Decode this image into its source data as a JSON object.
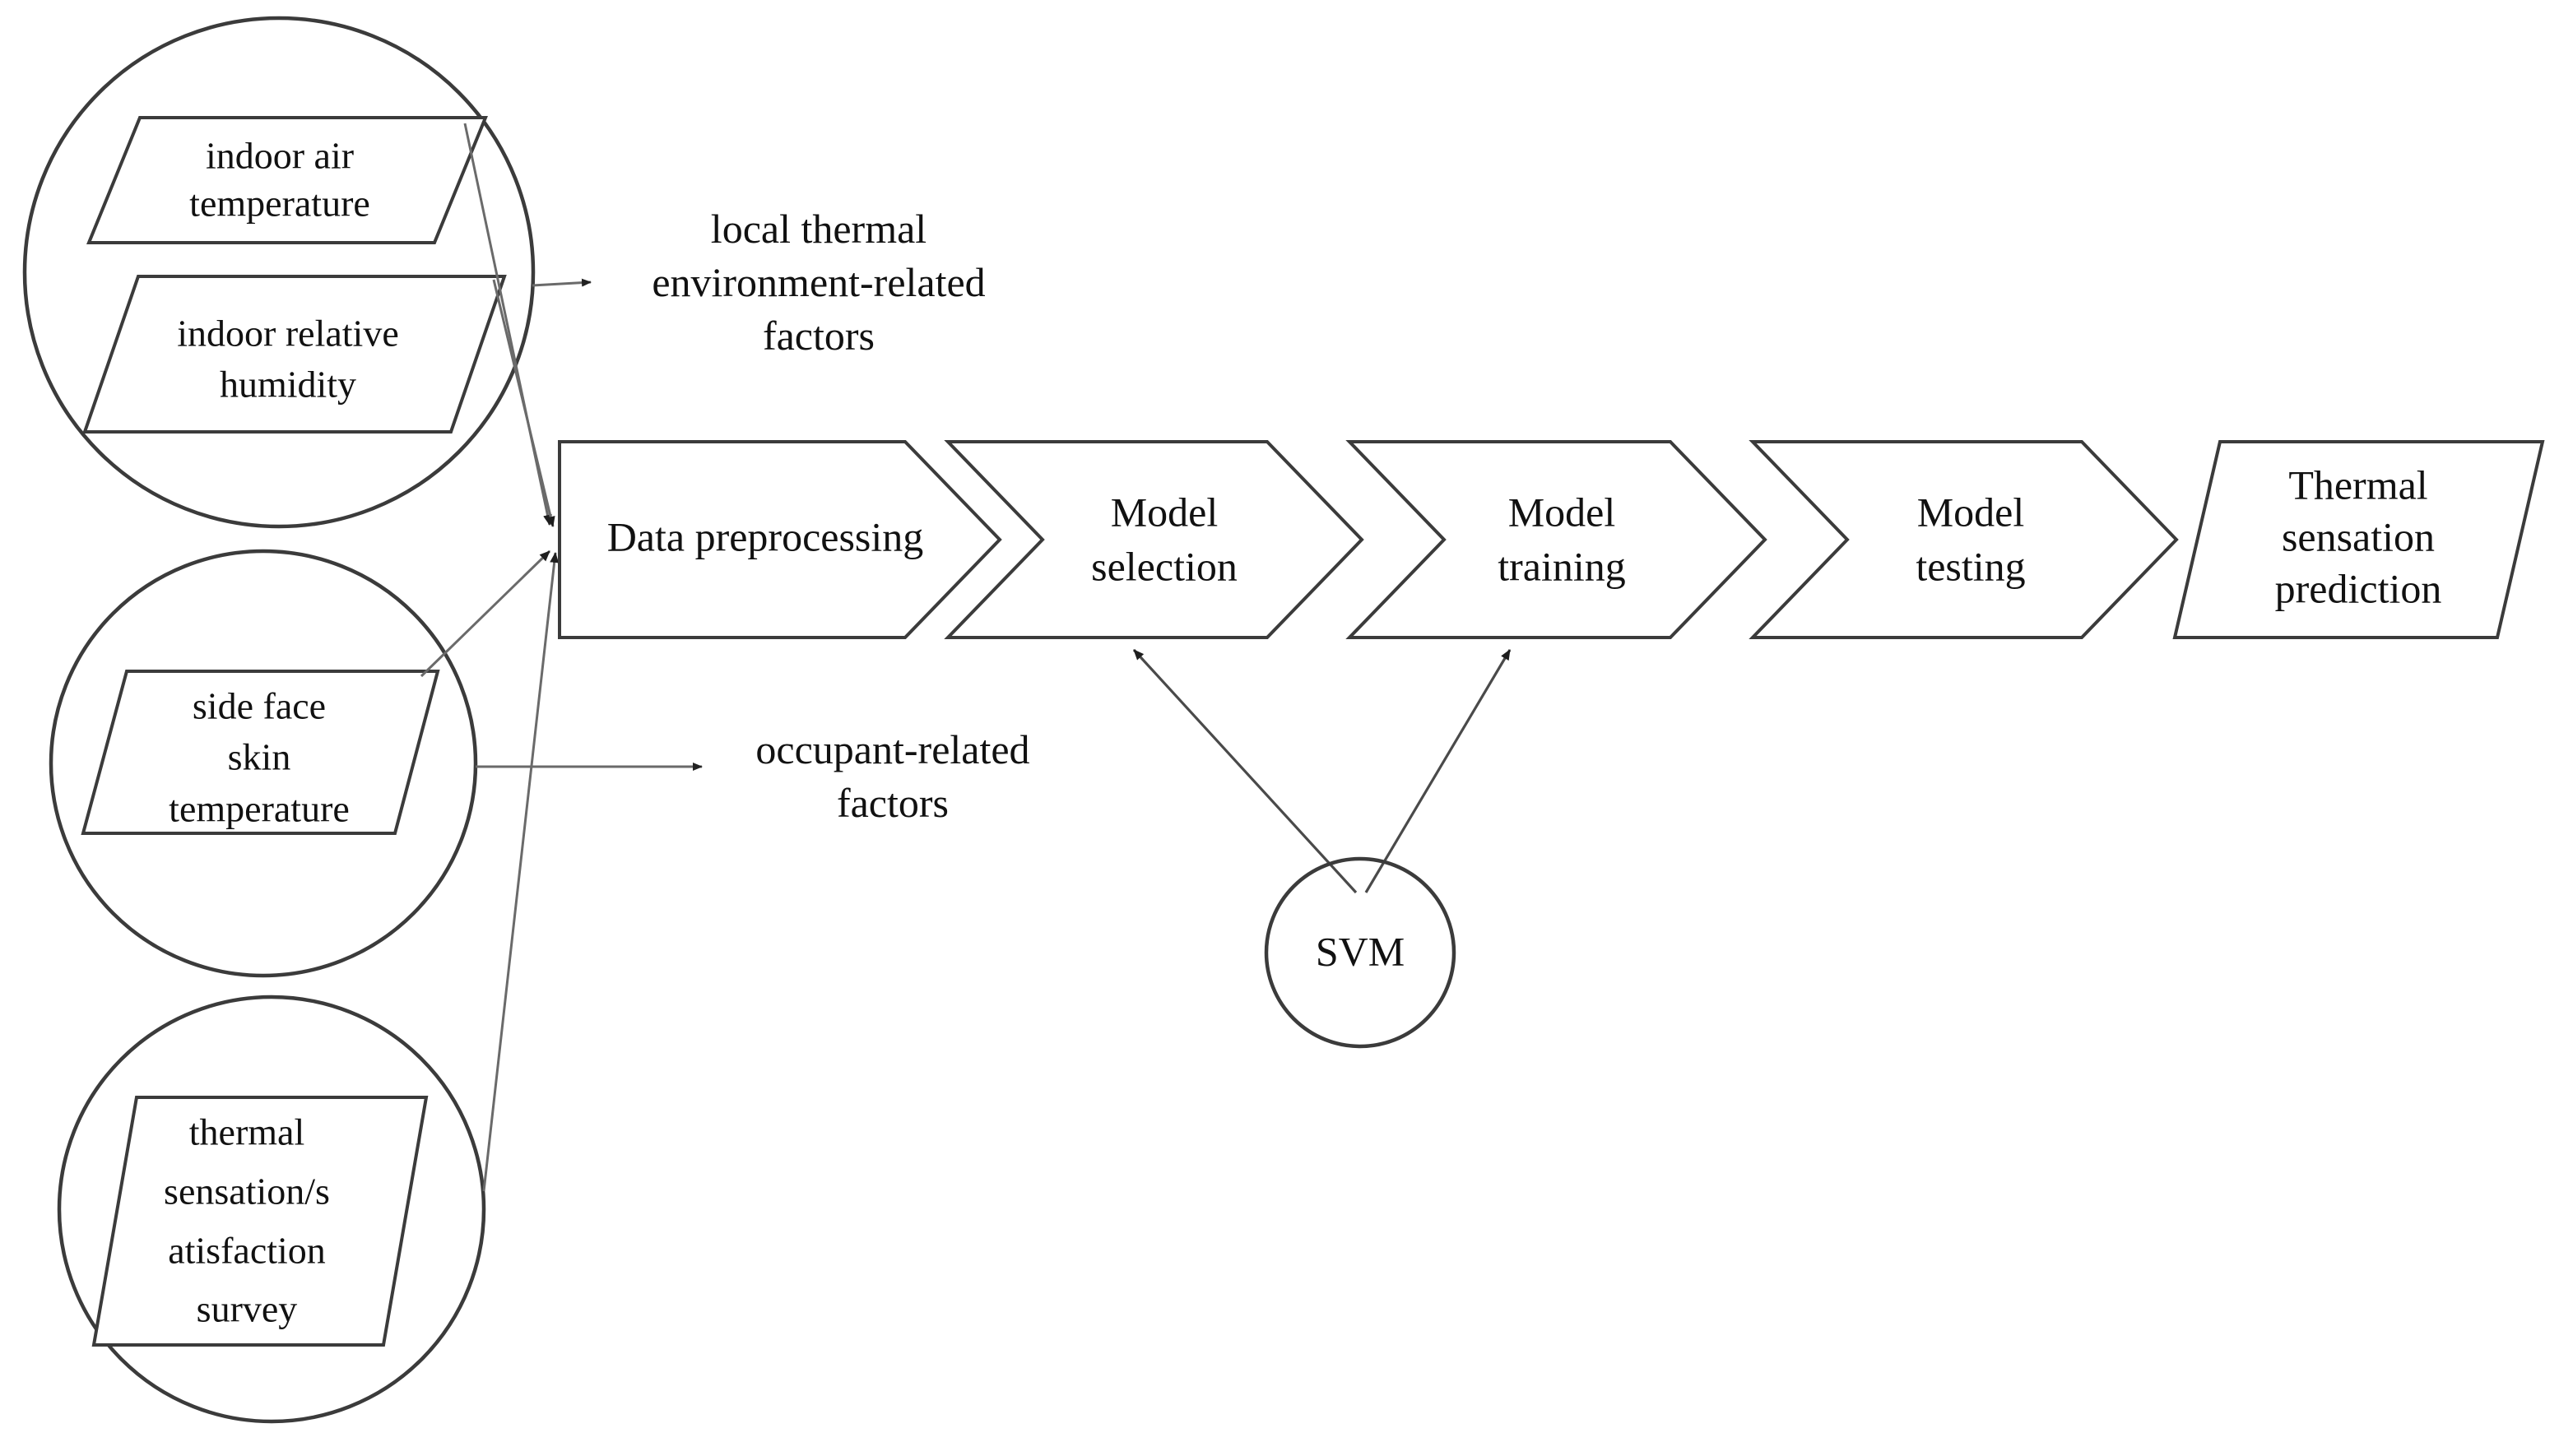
{
  "diagram": {
    "title": "Thermal sensation prediction workflow",
    "colors": {
      "shape_stroke": "#3b3b3b",
      "connector_stroke": "#6a6a6a",
      "text": "#111111",
      "background": "#ffffff"
    },
    "input_groups": [
      {
        "group_name": "local-thermal-environment-group",
        "items": [
          {
            "lines": [
              "indoor air",
              "temperature"
            ]
          },
          {
            "lines": [
              "indoor relative",
              "humidity"
            ]
          }
        ],
        "annotation": [
          "local thermal",
          "environment-related",
          "factors"
        ]
      },
      {
        "group_name": "occupant-skin-group",
        "items": [
          {
            "lines": [
              "side face",
              "skin",
              "temperature"
            ]
          }
        ],
        "annotation": [
          "occupant-related",
          "factors"
        ]
      },
      {
        "group_name": "occupant-survey-group",
        "items": [
          {
            "lines": [
              "thermal",
              "sensation/s",
              "atisfaction",
              "survey"
            ]
          }
        ],
        "annotation": []
      }
    ],
    "process_steps": [
      {
        "id": "data-preprocessing",
        "lines": [
          "Data preprocessing"
        ],
        "shape": "chevron-flat-left"
      },
      {
        "id": "model-selection",
        "lines": [
          "Model",
          "selection"
        ],
        "shape": "chevron"
      },
      {
        "id": "model-training",
        "lines": [
          "Model",
          "training"
        ],
        "shape": "chevron"
      },
      {
        "id": "model-testing",
        "lines": [
          "Model",
          "testing"
        ],
        "shape": "chevron"
      },
      {
        "id": "thermal-sensation-prediction",
        "lines": [
          "Thermal",
          "sensation",
          "prediction"
        ],
        "shape": "parallelogram"
      }
    ],
    "algorithm_node": {
      "id": "svm-node",
      "label": "SVM",
      "targets": [
        "model-selection",
        "model-training"
      ]
    }
  },
  "text": {
    "indoor_air_l1": "indoor air",
    "indoor_air_l2": "temperature",
    "indoor_rh_l1": "indoor relative",
    "indoor_rh_l2": "humidity",
    "side_face_l1": "side face",
    "side_face_l2": "skin",
    "side_face_l3": "temperature",
    "survey_l1": "thermal",
    "survey_l2": "sensation/s",
    "survey_l3": "atisfaction",
    "survey_l4": "survey",
    "annot_env_l1": "local thermal",
    "annot_env_l2": "environment-related",
    "annot_env_l3": "factors",
    "annot_occ_l1": "occupant-related",
    "annot_occ_l2": "factors",
    "step1": "Data preprocessing",
    "step2_l1": "Model",
    "step2_l2": "selection",
    "step3_l1": "Model",
    "step3_l2": "training",
    "step4_l1": "Model",
    "step4_l2": "testing",
    "step5_l1": "Thermal",
    "step5_l2": "sensation",
    "step5_l3": "prediction",
    "svm": "SVM"
  }
}
